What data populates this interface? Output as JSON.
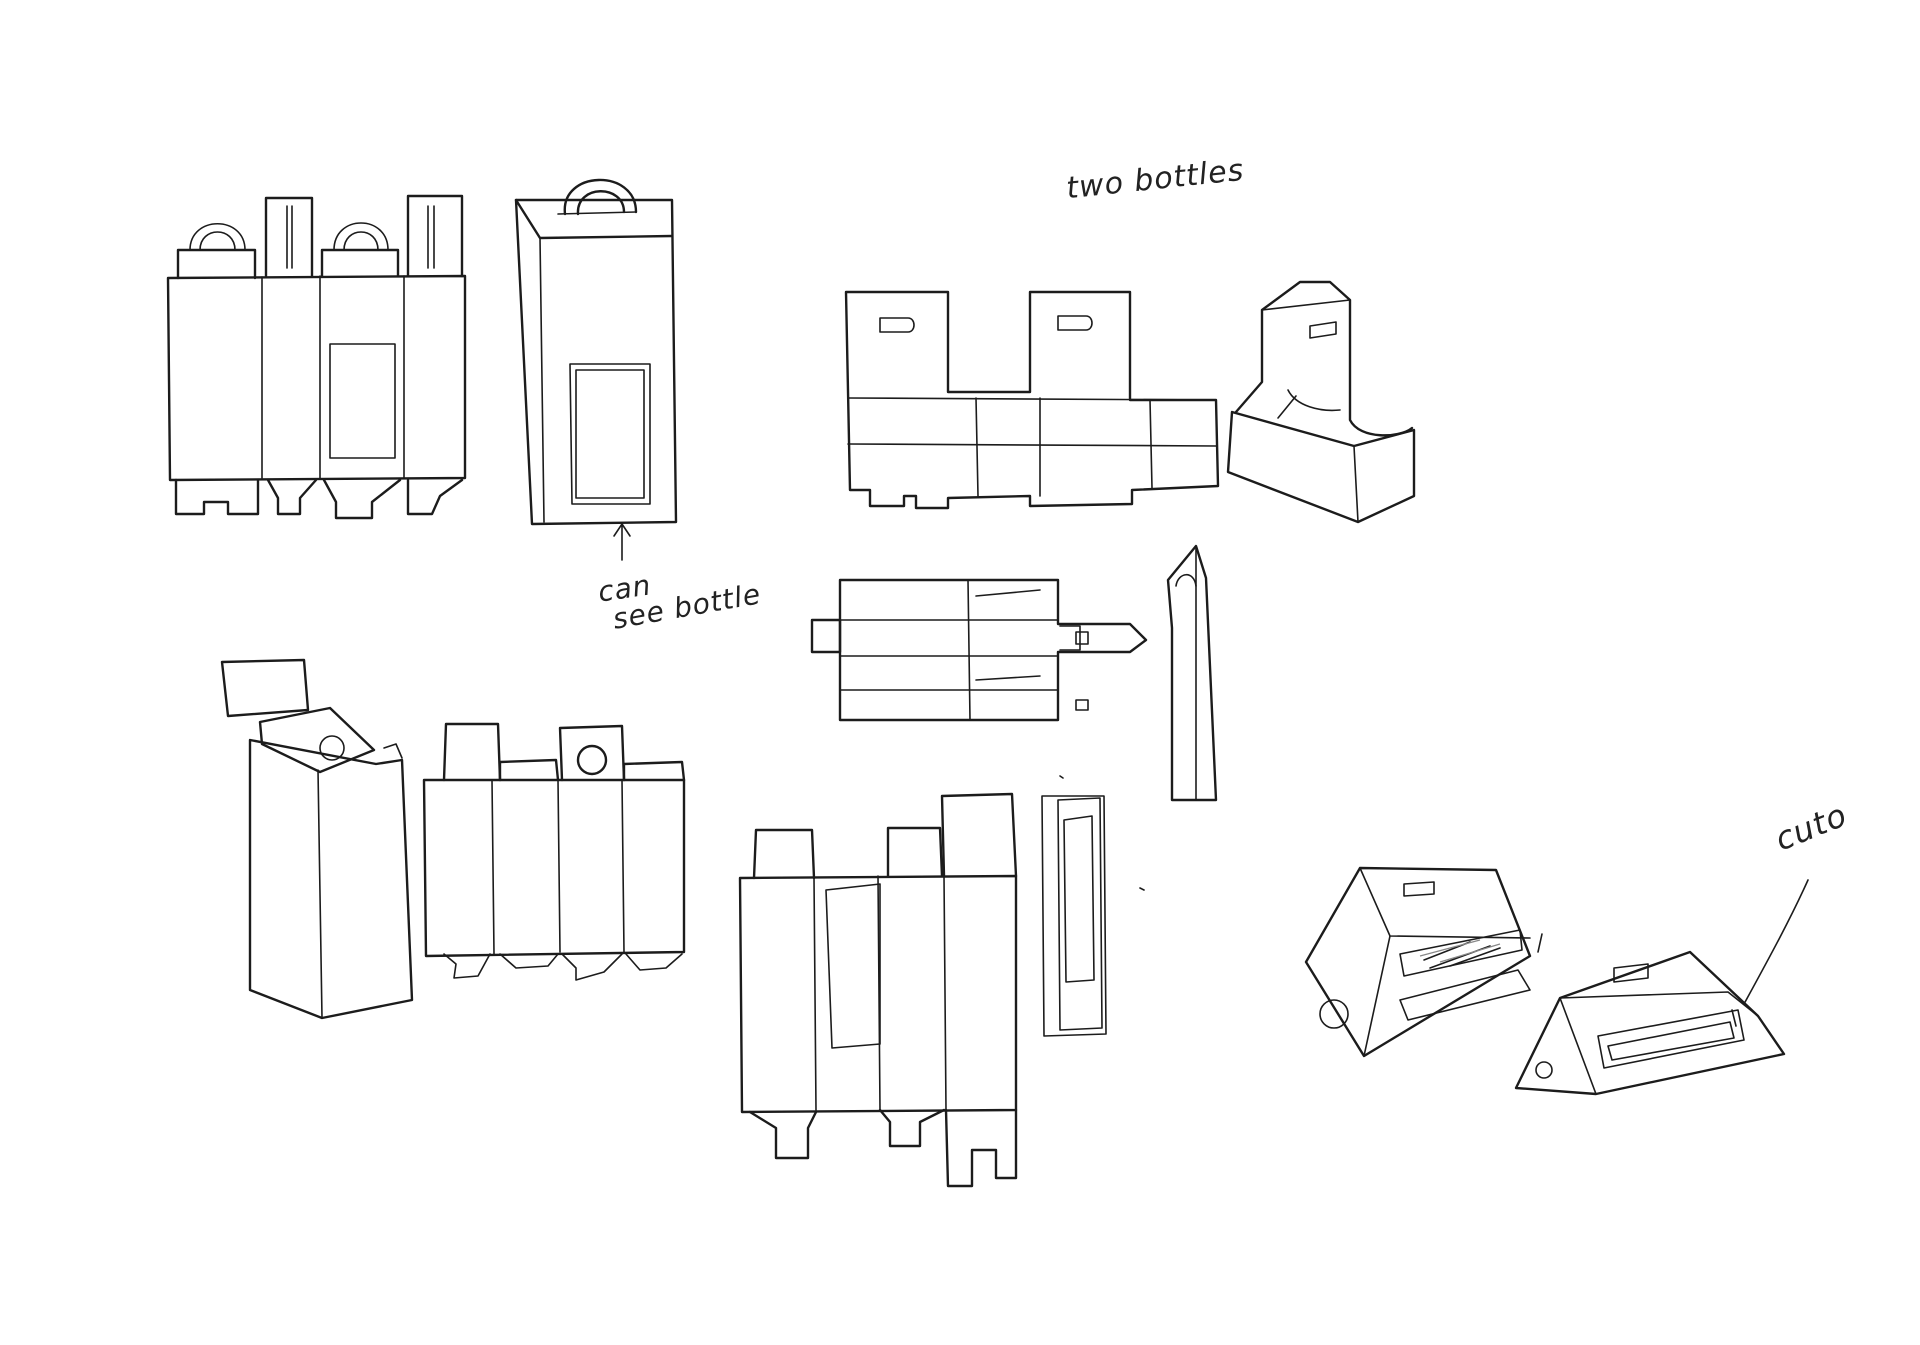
{
  "canvas": {
    "background": "#ffffff",
    "ink": "#1c1c1c"
  },
  "annotations": {
    "two_bottles": "two bottles",
    "can_see_bottle_line1": "can",
    "can_see_bottle_line2": "see bottle",
    "cut_out": "cuto"
  }
}
